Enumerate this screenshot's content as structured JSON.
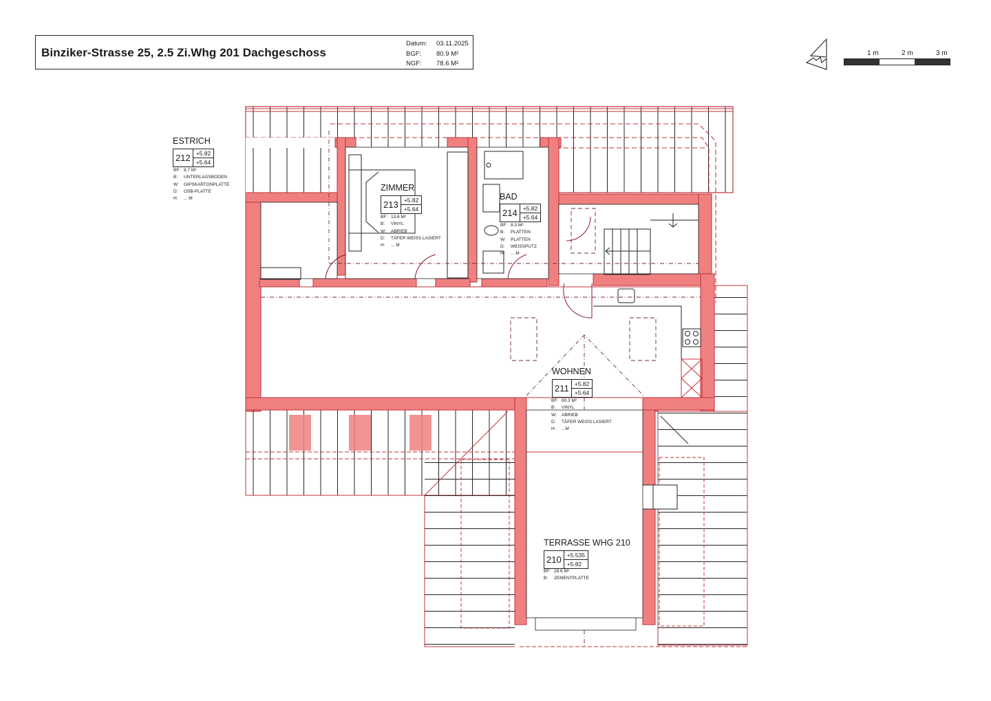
{
  "header": {
    "title": "Binziker-Strasse 25, 2.5 Zi.Whg 201 Dachgeschoss",
    "meta": [
      {
        "label": "Datum:",
        "value": "03.11.2025"
      },
      {
        "label": "BGF:",
        "value": "80.9 M²"
      },
      {
        "label": "NGF:",
        "value": "78.6 M²"
      }
    ]
  },
  "scale": {
    "labels": [
      "1 m",
      "2 m",
      "3 m"
    ],
    "segments": [
      "#222222",
      "#ffffff",
      "#222222"
    ]
  },
  "colors": {
    "wall": "#f08080",
    "wall_line": "#c0303a",
    "line": "#222222"
  },
  "rooms": [
    {
      "id": "estrich",
      "name": "ESTRICH",
      "number": "212",
      "level_top": "+5.82",
      "level_bottom": "+5.64",
      "info": [
        {
          "k": "BF:",
          "v": "8.7 M²"
        },
        {
          "k": "B:",
          "v": "UNTERLAGSBODEN"
        },
        {
          "k": "W:",
          "v": "GIPSKARTONPLATTE"
        },
        {
          "k": "D:",
          "v": "OSB-PLATTE"
        },
        {
          "k": "H:",
          "v": "... M"
        }
      ]
    },
    {
      "id": "zimmer",
      "name": "ZIMMER",
      "number": "213",
      "level_top": "+5.82",
      "level_bottom": "+5.64",
      "info": [
        {
          "k": "BF:",
          "v": "13.6 M²"
        },
        {
          "k": "B:",
          "v": "VINYL"
        },
        {
          "k": "W:",
          "v": "ABRIEB"
        },
        {
          "k": "D:",
          "v": "TÄFER WEISS LASIERT"
        },
        {
          "k": "H:",
          "v": "... M"
        }
      ]
    },
    {
      "id": "bad",
      "name": "BAD",
      "number": "214",
      "level_top": "+5.82",
      "level_bottom": "+5.64",
      "info": [
        {
          "k": "BF:",
          "v": "8.3 M²"
        },
        {
          "k": "B:",
          "v": "PLATTEN"
        },
        {
          "k": "W:",
          "v": "PLATTEN"
        },
        {
          "k": "D:",
          "v": "WEISSPUTZ"
        },
        {
          "k": "H:",
          "v": "... M"
        }
      ]
    },
    {
      "id": "wohnen",
      "name": "WOHNEN",
      "number": "211",
      "level_top": "+5.82",
      "level_bottom": "+5.64",
      "info": [
        {
          "k": "BF:",
          "v": "60.3 M²"
        },
        {
          "k": "B:",
          "v": "VINYL"
        },
        {
          "k": "W:",
          "v": "ABRIEB"
        },
        {
          "k": "D:",
          "v": "TÄFER WEISS LASIERT"
        },
        {
          "k": "H:",
          "v": "...M"
        }
      ]
    },
    {
      "id": "terrasse",
      "name": "TERRASSE WHG 210",
      "number": "210",
      "level_top": "+5.535",
      "level_bottom": "+5.82",
      "info": [
        {
          "k": "BF:",
          "v": "28.6 M²"
        },
        {
          "k": "B:",
          "v": "ZEMENTPLATTE"
        }
      ]
    }
  ]
}
